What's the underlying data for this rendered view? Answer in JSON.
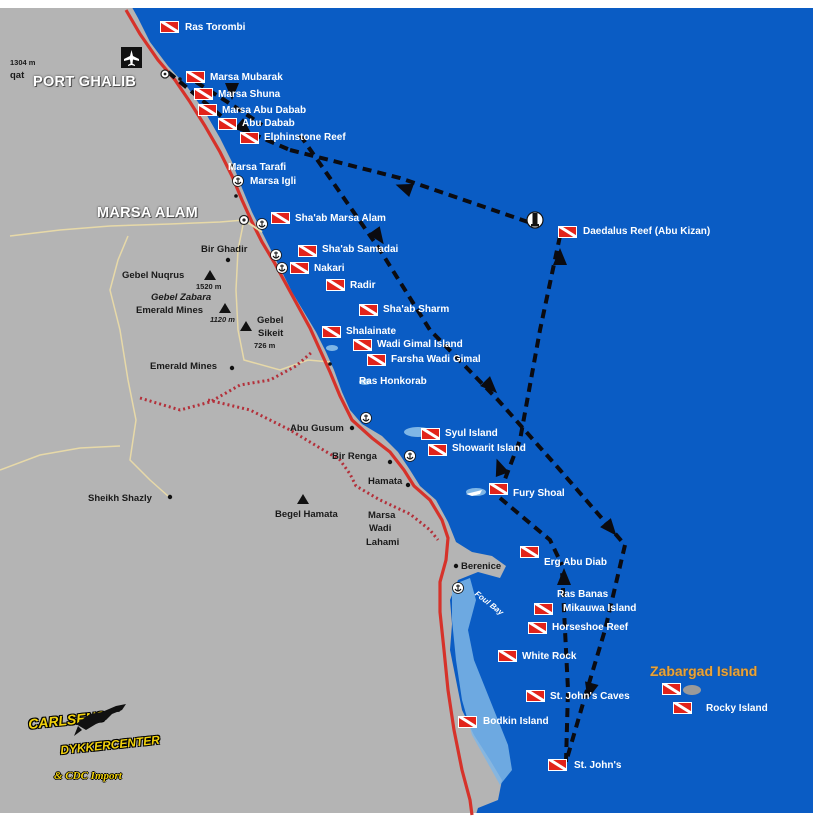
{
  "colors": {
    "sea": "#0a5cc4",
    "land": "#b4b4b4",
    "road": "#d6322a",
    "route": "#0b0b10",
    "flag": "#e2231a",
    "accent": "#e8a33b"
  },
  "edge_labels": {
    "elevation_1304": "1304 m",
    "qat": "qat"
  },
  "towns": {
    "port_ghalib": "PORT GHALIB",
    "marsa_alam": "MARSA ALAM"
  },
  "sites": {
    "ras_torombi": "Ras Torombi",
    "marsa_mubarak": "Marsa Mubarak",
    "marsa_shuna": "Marsa Shuna",
    "marsa_abu_dabab": "Marsa Abu Dabab",
    "abu_dabab": "Abu Dabab",
    "elphinstone_reef": "Elphinstone Reef",
    "marsa_tarafi": "Marsa Tarafi",
    "marsa_igli": "Marsa Igli",
    "shaab_marsa_alam": "Sha'ab Marsa Alam",
    "daedalus_reef": "Daedalus Reef (Abu Kizan)",
    "shaab_samadai": "Sha'ab Samadai",
    "nakari": "Nakari",
    "radir": "Radir",
    "shaab_sharm": "Sha'ab Sharm",
    "shalainate": "Shalainate",
    "wadi_gimal_island": "Wadi Gimal Island",
    "farsha_wadi_gimal": "Farsha Wadi Gimal",
    "ras_honkorab": "Ras Honkorab",
    "syul_island": "Syul Island",
    "showarit_island": "Showarit Island",
    "fury_shoal": "Fury Shoal",
    "erg_abu_diab": "Erg Abu Diab",
    "ras_banas": "Ras Banas",
    "mikauwa_island": "Mikauwa Island",
    "horseshoe_reef": "Horseshoe Reef",
    "white_rock": "White Rock",
    "st_johns_caves": "St. John's Caves",
    "bodkin_island": "Bodkin Island",
    "st_johns": "St. John's",
    "rocky_island": "Rocky Island",
    "zabargad_island": "Zabargad Island"
  },
  "land_places": {
    "bir_ghadir": "Bir Ghadir",
    "gebel_nuqrus": "Gebel Nuqrus",
    "elev_1520": "1520 m",
    "gebel_zabara": "Gebel Zabara",
    "emerald_mines_1": "Emerald Mines",
    "elev_1120": "1120 m",
    "gebel_sikeit_1": "Gebel",
    "gebel_sikeit_2": "Sikeit",
    "elev_726": "726 m",
    "emerald_mines_2": "Emerald Mines",
    "abu_gusum": "Abu Gusum",
    "bir_renga": "Bir Renga",
    "hamata": "Hamata",
    "sheikh_shazly": "Sheikh Shazly",
    "begel_hamata": "Begel Hamata",
    "marsa_wadi_lahami_1": "Marsa",
    "marsa_wadi_lahami_2": "Wadi",
    "marsa_wadi_lahami_3": "Lahami",
    "berenice": "Berenice",
    "foul_bay": "Foul Bay"
  },
  "logo": {
    "line1": "CARLSENS",
    "line2": "DYKKERCENTER",
    "line3": "& CDC Import"
  }
}
